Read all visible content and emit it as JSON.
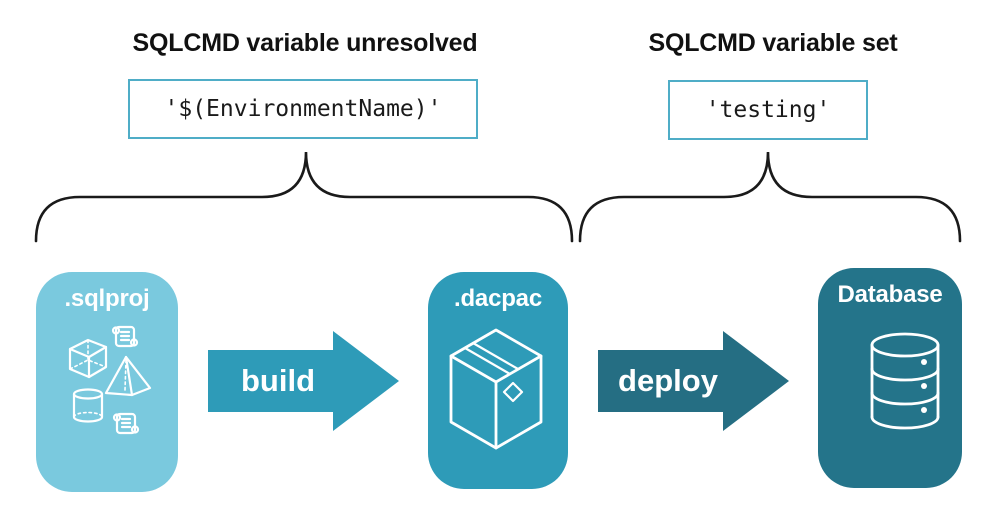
{
  "diagram": {
    "left_section": {
      "heading": "SQLCMD variable unresolved",
      "code": "'$(EnvironmentName)'"
    },
    "right_section": {
      "heading": "SQLCMD variable set",
      "code": "'testing'"
    },
    "pipeline": {
      "source": {
        "label": ".sqlproj",
        "icons": [
          "scroll-icon",
          "cube-icon",
          "pyramid-icon",
          "cylinder-icon",
          "scroll-icon"
        ]
      },
      "build_arrow": {
        "label": "build"
      },
      "package": {
        "label": ".dacpac",
        "icons": [
          "package-box-icon"
        ]
      },
      "deploy_arrow": {
        "label": "deploy"
      },
      "target": {
        "label": "Database",
        "icons": [
          "database-cylinder-icon"
        ]
      }
    },
    "colors": {
      "source_card": "#7AC9DE",
      "package_card": "#2E9BB8",
      "database_card": "#24748A",
      "build_arrow": "#2E9BB8",
      "deploy_arrow": "#256E83",
      "code_box_border": "#4FADC7",
      "text_dark": "#1A1A1A",
      "icon_stroke": "#FFFFFF"
    }
  }
}
